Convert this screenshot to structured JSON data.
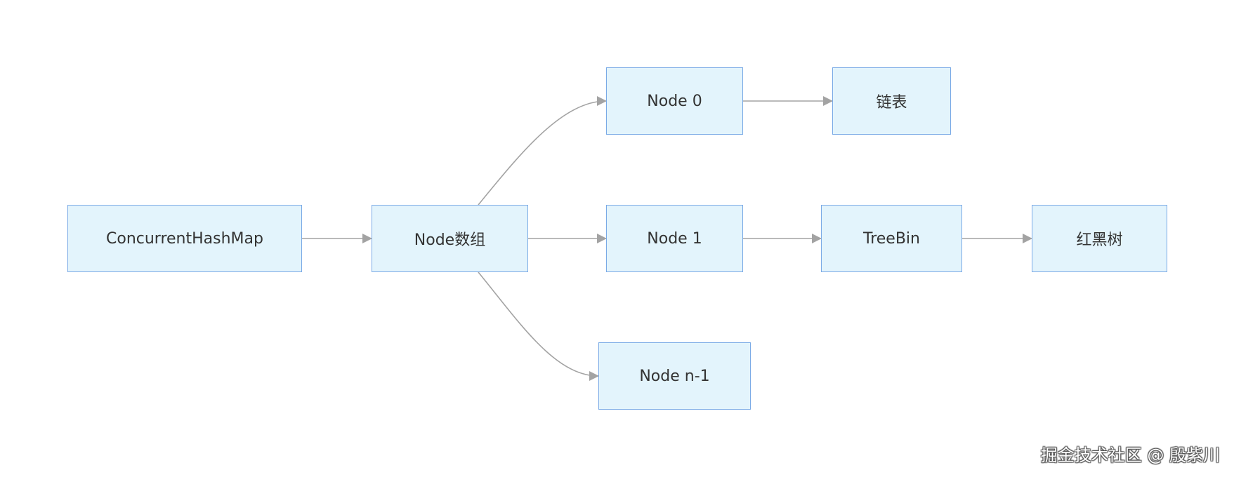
{
  "nodes": {
    "concurrent_hash_map": "ConcurrentHashMap",
    "node_array": "Node数组",
    "node0": "Node 0",
    "node1": "Node 1",
    "node_n_minus_1": "Node n-1",
    "linked_list": "链表",
    "tree_bin": "TreeBin",
    "red_black_tree": "红黑树"
  },
  "edges": [
    {
      "from": "concurrent_hash_map",
      "to": "node_array"
    },
    {
      "from": "node_array",
      "to": "node0"
    },
    {
      "from": "node_array",
      "to": "node1"
    },
    {
      "from": "node_array",
      "to": "node_n_minus_1"
    },
    {
      "from": "node0",
      "to": "linked_list"
    },
    {
      "from": "node1",
      "to": "tree_bin"
    },
    {
      "from": "tree_bin",
      "to": "red_black_tree"
    }
  ],
  "colors": {
    "node_fill": "#e3f4fc",
    "node_border": "#7aaae6",
    "edge": "#a3a3a3",
    "text": "#333333"
  },
  "watermark": "掘金技术社区 @ 殷紫川"
}
